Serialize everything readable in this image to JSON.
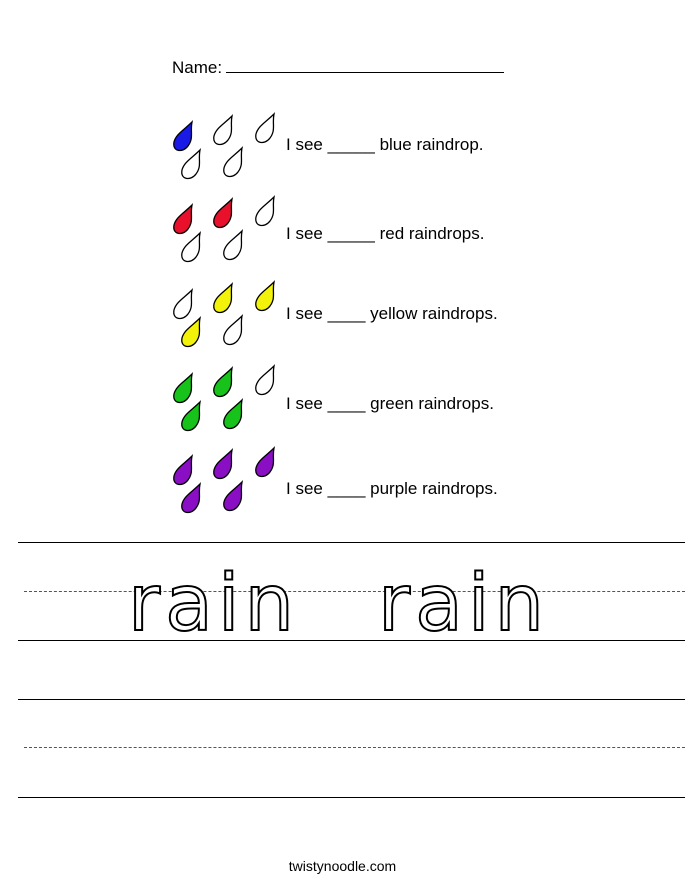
{
  "header": {
    "name_label": "Name:"
  },
  "rows": [
    {
      "sentence": "I see _____ blue raindrop.",
      "color": "#1a1ae6",
      "filled": 1
    },
    {
      "sentence": "I see _____ red raindrops.",
      "color": "#e8102a",
      "filled": 2
    },
    {
      "sentence": "I see ____ yellow raindrops.",
      "color": "#f2f20a",
      "filled": 3
    },
    {
      "sentence": "I see ____ green raindrops.",
      "color": "#17c21a",
      "filled": 4
    },
    {
      "sentence": "I see ____ purple raindrops.",
      "color": "#8a0fc4",
      "filled": 5
    }
  ],
  "tracing": {
    "word_1": "rain",
    "word_2": "rain"
  },
  "footer": {
    "site": "twistynoodle.com"
  }
}
